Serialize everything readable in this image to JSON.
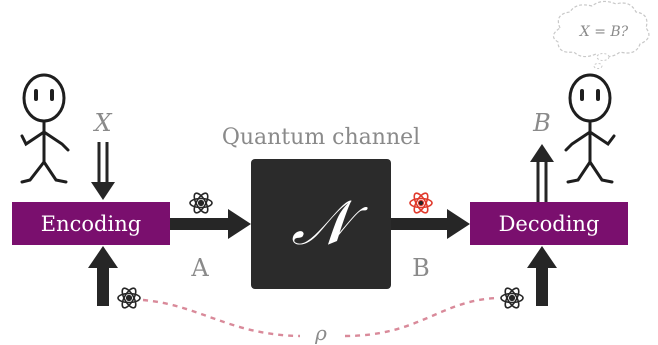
{
  "thought_bubble": {
    "text": "X = B?"
  },
  "input_label": "X",
  "output_label": "B",
  "channel": {
    "title": "Quantum channel",
    "symbol": "𝒩"
  },
  "encoder": {
    "label": "Encoding"
  },
  "decoder": {
    "label": "Decoding"
  },
  "system_a_label": "A",
  "system_b_label": "B",
  "shared_state_label": "ρ",
  "colors": {
    "box_purple": "#7a0f6e",
    "channel_dark": "#2b2b2b",
    "arrow": "#262626",
    "label_gray": "#8a8a8a",
    "dashed_pink": "#d98a9a",
    "atom_red": "#e0392b"
  },
  "icons": {
    "sender": "stick-figure-icon",
    "receiver": "stick-figure-icon",
    "particle": "atom-icon"
  }
}
